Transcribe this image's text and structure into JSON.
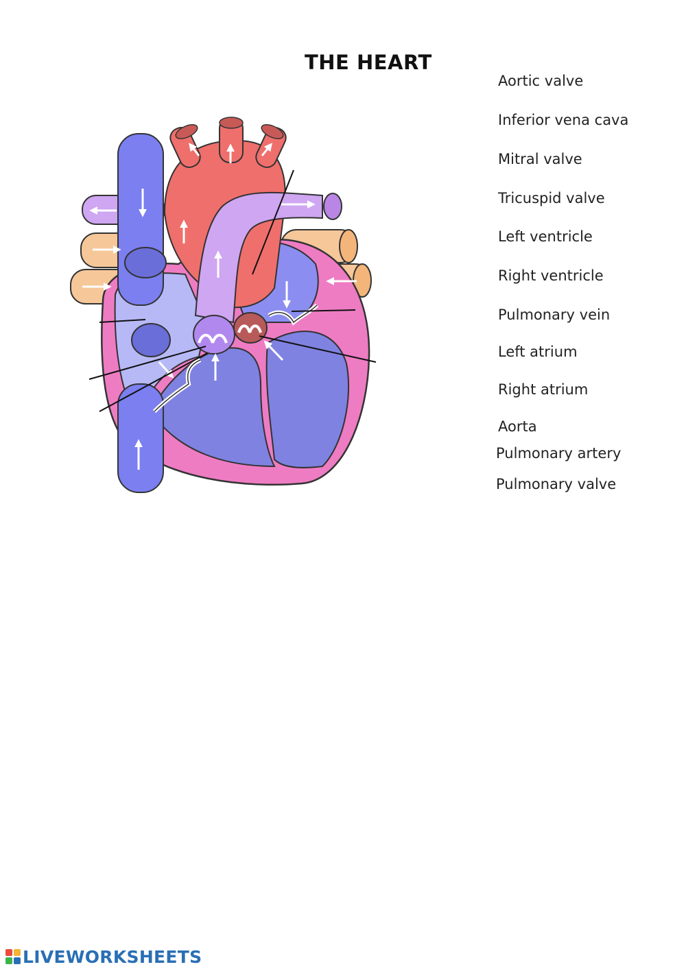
{
  "title": "THE HEART",
  "word_bank": [
    "Aortic valve",
    "Inferior vena cava",
    "Mitral valve",
    "Tricuspid valve",
    "Left ventricle",
    "Right ventricle",
    "Pulmonary vein",
    "Left atrium",
    "Right atrium",
    "Aorta",
    "Pulmonary artery",
    "Pulmonary valve"
  ],
  "footer": {
    "brand": "LIVEWORKSHEETS",
    "brand_color": "#2a6fb5",
    "logo_colors": [
      "#e94b3c",
      "#f5b335",
      "#3bb54a",
      "#2a6fb5"
    ]
  },
  "colors": {
    "vena_cava": "#7b7ff0",
    "right_heart_light": "#b7b9f7",
    "ventricle_fill": "#7f82e0",
    "aorta": "#ef6f6c",
    "aorta_dark": "#c75a57",
    "pulmonary_artery": "#cfa6f2",
    "pulmonary_vein": "#f6c799",
    "left_atrium": "#8b8ef0",
    "myocardium": "#ee7cc3"
  }
}
